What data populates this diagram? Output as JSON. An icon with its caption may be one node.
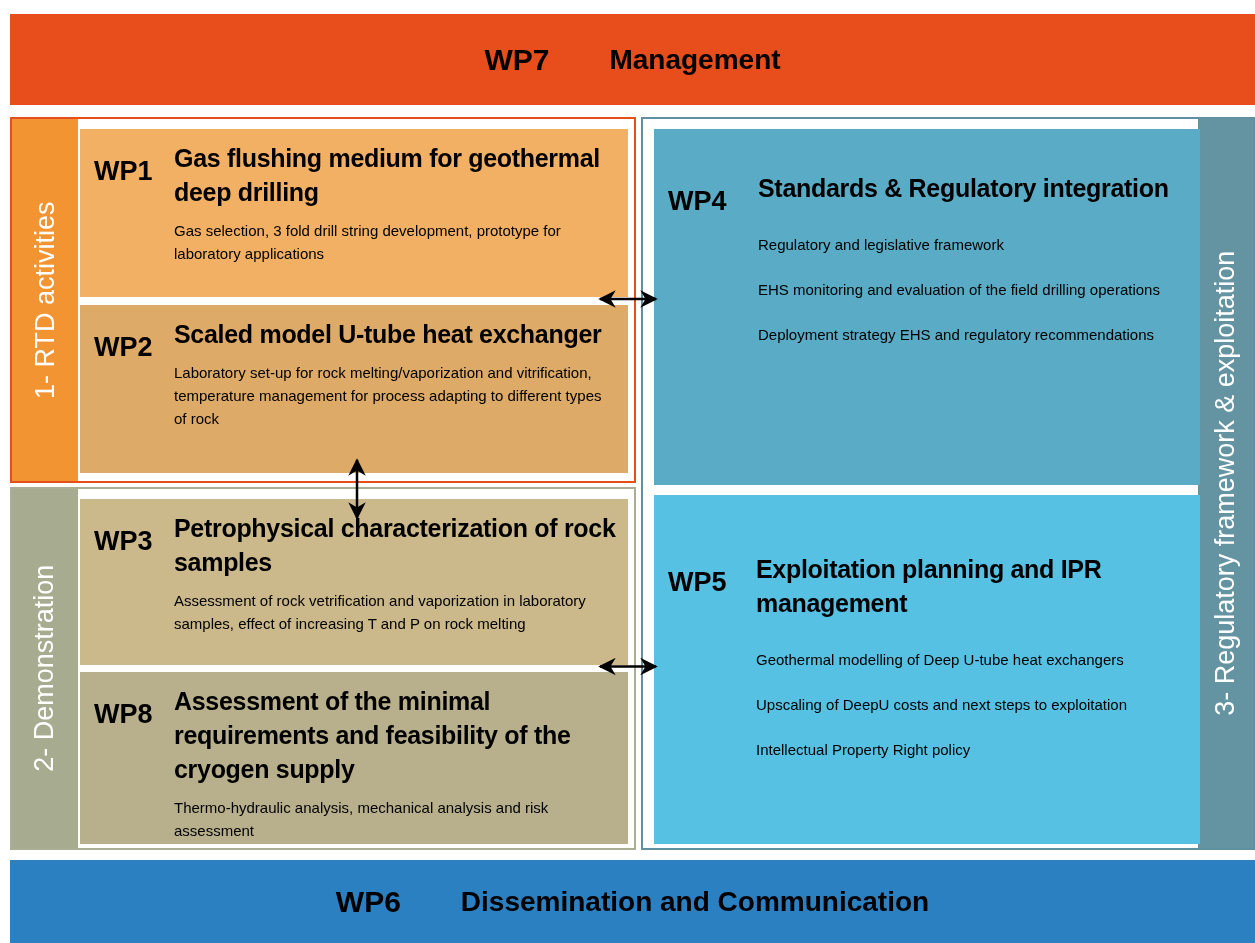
{
  "diagram": {
    "nodes": [
      {
        "text": [
          "WP7",
          "Management"
        ]
      },
      {
        "text": [
          "1- RTD activities"
        ]
      },
      {
        "text": [
          "WP1",
          "Gas flushing medium for geothermal deep drilling",
          "Gas selection, 3 fold drill string development, prototype for laboratory applications"
        ],
        "in": 1
      },
      {
        "text": [
          "WP2",
          "Scaled model U-tube heat exchanger",
          "Laboratory set-up for rock melting/vaporization and vitrification, temperature management for process adapting to different types of rock"
        ],
        "in": 1
      },
      {
        "text": [
          "2- Demonstration"
        ]
      },
      {
        "text": [
          "WP3",
          "Petrophysical characterization of rock samples",
          "Assessment of rock vetrification and vaporization in laboratory samples, effect of increasing T and P on rock melting"
        ],
        "in": 4
      },
      {
        "text": [
          "WP8",
          "Assessment of the minimal requirements and feasibility of the cryogen supply",
          "Thermo-hydraulic analysis, mechanical analysis and risk assessment"
        ],
        "in": 4
      },
      {
        "text": [
          "3- Regulatory framework & exploitation"
        ]
      },
      {
        "text": [
          "WP4",
          "Standards & Regulatory integration",
          "Regulatory and legislative framework",
          "EHS monitoring and evaluation of the field drilling operations",
          "Deployment strategy EHS and regulatory recommendations"
        ],
        "in": 7
      },
      {
        "text": [
          "WP5",
          "Exploitation planning and IPR management",
          "Geothermal modelling of Deep U-tube heat exchangers",
          "Upscaling of DeepU costs and next steps to exploitation",
          "Intellectual Property Right policy"
        ],
        "in": 7
      },
      {
        "text": [
          "WP6",
          "Dissemination and Communication"
        ]
      }
    ],
    "edges": [
      {
        "from": 2,
        "to": 8,
        "arrow": "both"
      },
      {
        "from": 3,
        "to": 5,
        "arrow": "both"
      },
      {
        "from": 5,
        "to": 9,
        "arrow": "both"
      }
    ]
  }
}
